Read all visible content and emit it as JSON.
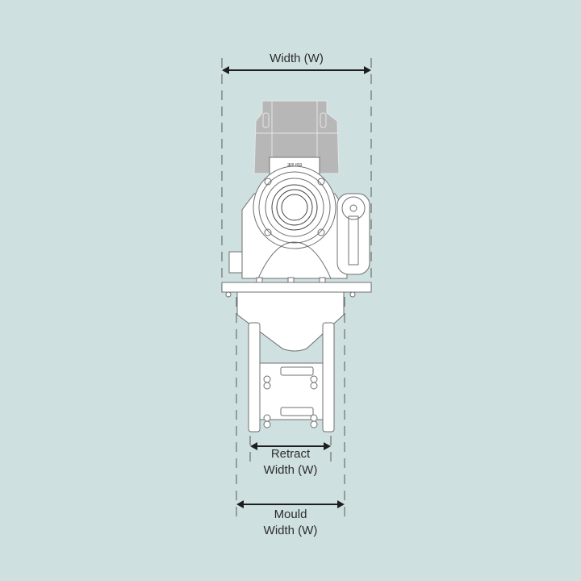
{
  "background_color": "#cfe0e1",
  "colors": {
    "line": "#6f6f6f",
    "dark_line": "#1e1e1e",
    "machine_fill": "#ffffff",
    "motor_fill": "#b7b7b7",
    "dashed_guide": "#6f6f6f",
    "text": "#2c2c2c"
  },
  "dimensions": {
    "overall_width": {
      "label": "Width (W)"
    },
    "retract_width": {
      "line1": "Retract",
      "line2": "Width (W)"
    },
    "mould_width": {
      "line1": "Mould",
      "line2": "Width (W)"
    }
  },
  "drawing": {
    "subject": "front-view-line-drawing-of-machine",
    "nameplate_text": "ƎИI⅃ЯƎ"
  }
}
